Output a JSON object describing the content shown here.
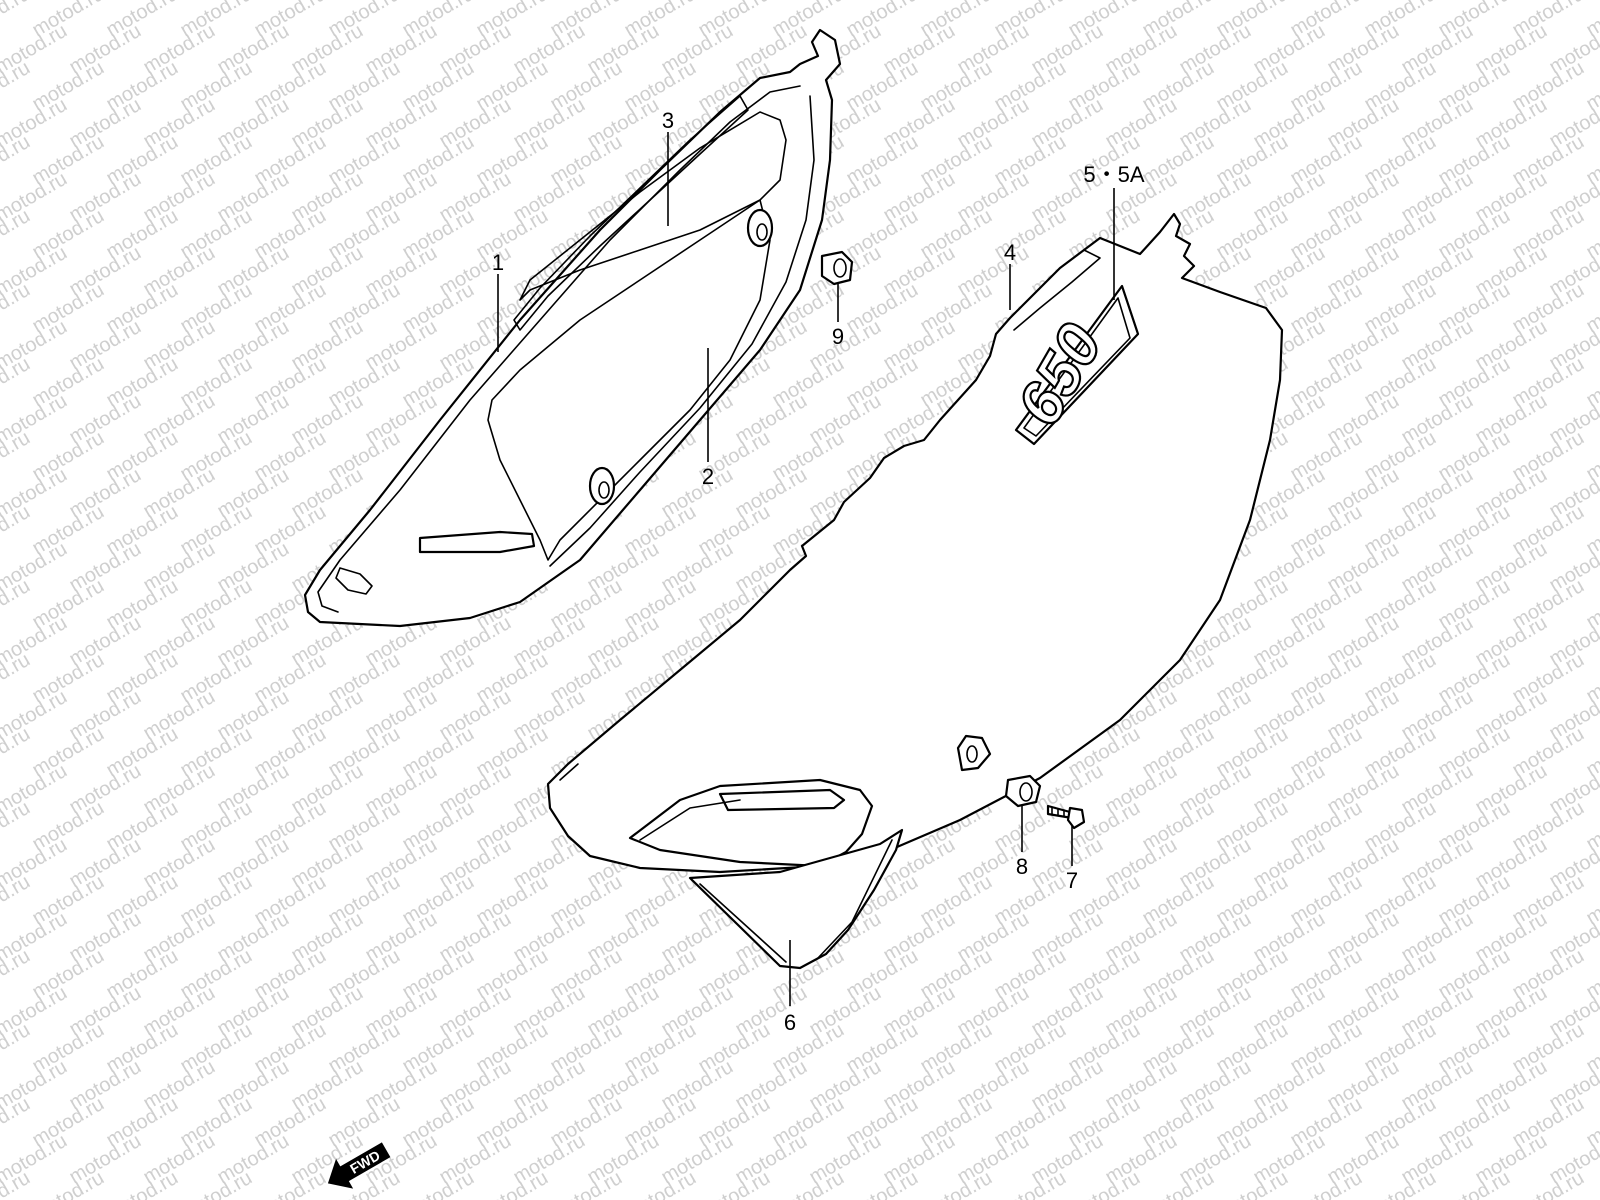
{
  "watermark": {
    "text": "motod.ru"
  },
  "emblem": {
    "text": "650"
  },
  "direction_marker": {
    "label": "FWD"
  },
  "callouts": [
    {
      "id": "c1",
      "label": "1"
    },
    {
      "id": "c2",
      "label": "2"
    },
    {
      "id": "c3",
      "label": "3"
    },
    {
      "id": "c4",
      "label": "4"
    },
    {
      "id": "c5",
      "label": "5・5A"
    },
    {
      "id": "c6",
      "label": "6"
    },
    {
      "id": "c7",
      "label": "7"
    },
    {
      "id": "c8",
      "label": "8"
    },
    {
      "id": "c9",
      "label": "9"
    }
  ]
}
